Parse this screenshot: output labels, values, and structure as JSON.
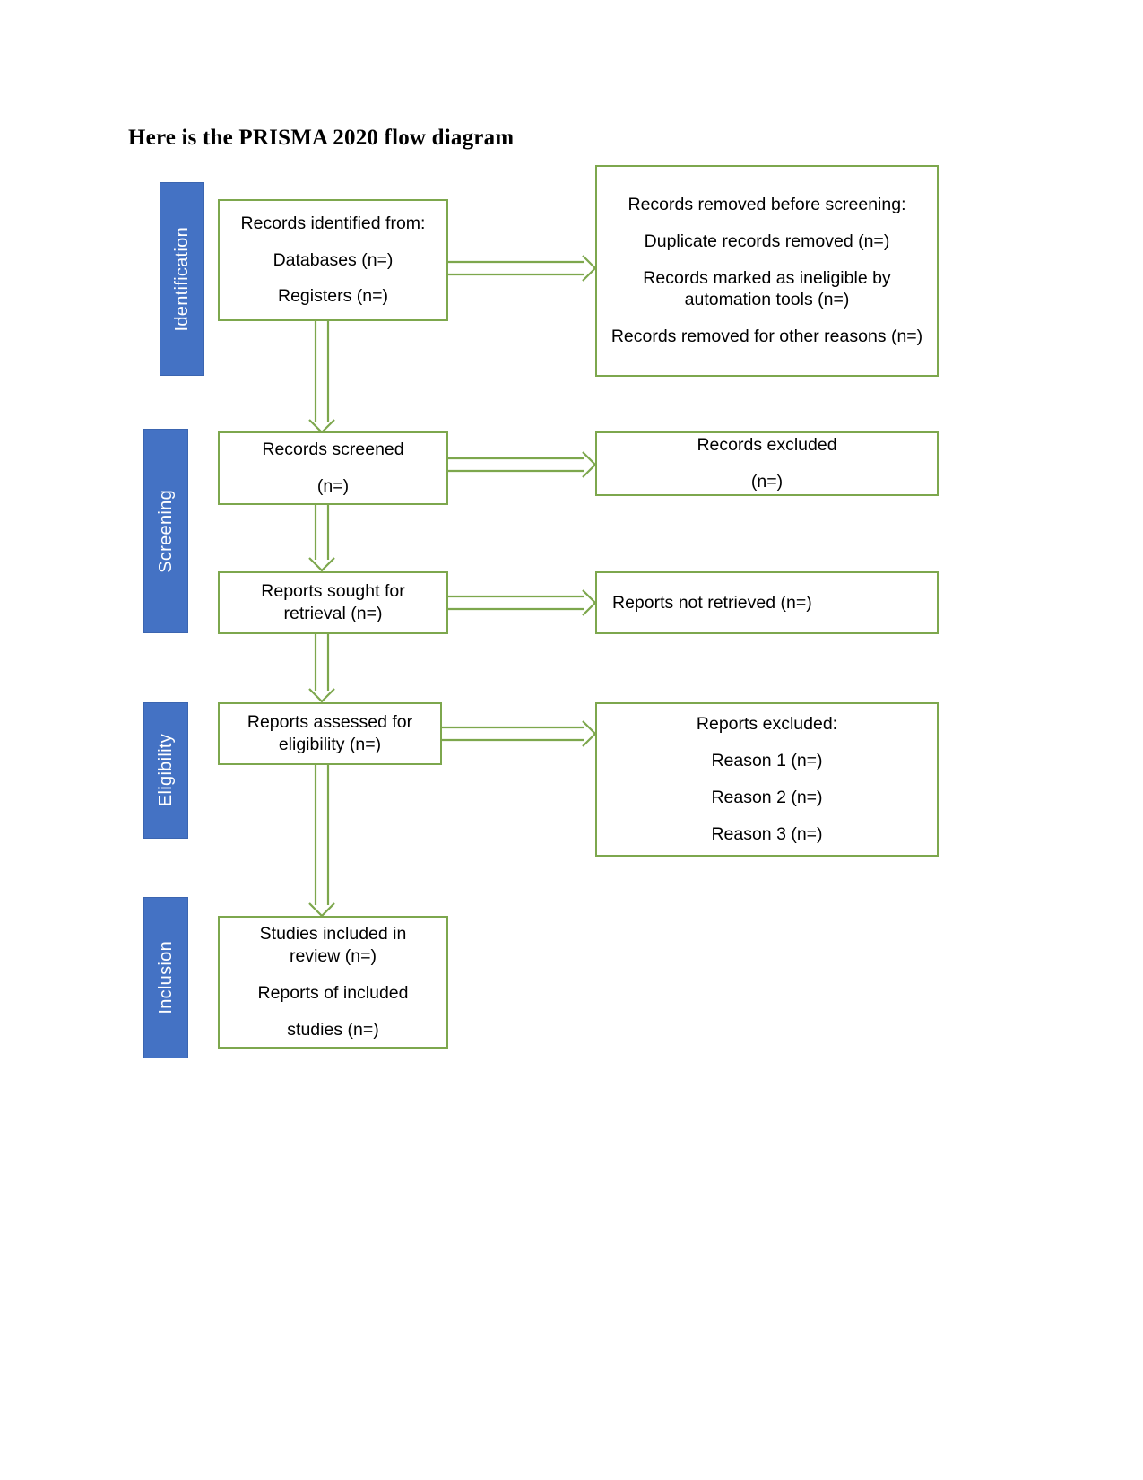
{
  "document": {
    "title": "Here is the PRISMA 2020 flow diagram"
  },
  "theme": {
    "stage_bar_color": "#4472C4",
    "box_border_color": "#7DA74D",
    "arrow_color": "#7DA74D",
    "text_color": "#000000",
    "background": "#FFFFFF"
  },
  "stages": [
    {
      "id": "identification",
      "label": "Identification"
    },
    {
      "id": "screening",
      "label": "Screening"
    },
    {
      "id": "eligibility",
      "label": "Eligibility"
    },
    {
      "id": "inclusion",
      "label": "Inclusion"
    }
  ],
  "boxes": {
    "records_identified": {
      "lines": [
        "Records identified from:",
        "Databases (n=)",
        "Registers (n=)"
      ]
    },
    "records_removed": {
      "lines": [
        "Records removed before screening:",
        "Duplicate records removed (n=)",
        "Records marked as ineligible by automation tools (n=)",
        "Records removed for other reasons (n=)"
      ]
    },
    "records_screened": {
      "lines": [
        "Records screened",
        "(n=)"
      ]
    },
    "records_excluded": {
      "lines": [
        "Records excluded",
        "(n=)"
      ]
    },
    "reports_sought": {
      "lines": [
        "Reports sought for",
        "retrieval (n=)"
      ]
    },
    "reports_not_retrieved": {
      "lines": [
        "Reports not retrieved (n=)"
      ]
    },
    "reports_assessed": {
      "lines": [
        "Reports assessed for",
        "eligibility (n=)"
      ]
    },
    "reports_excluded": {
      "lines": [
        "Reports excluded:",
        "Reason 1 (n=)",
        "Reason 2 (n=)",
        "Reason 3 (n=)"
      ]
    },
    "studies_included": {
      "lines": [
        "Studies included in",
        "review (n=)",
        "Reports of included",
        "studies (n=)"
      ]
    }
  },
  "arrows": [
    {
      "id": "identified-to-removed",
      "direction": "right"
    },
    {
      "id": "identified-to-screened",
      "direction": "down"
    },
    {
      "id": "screened-to-excluded",
      "direction": "right"
    },
    {
      "id": "screened-to-sought",
      "direction": "down"
    },
    {
      "id": "sought-to-notretrieved",
      "direction": "right"
    },
    {
      "id": "sought-to-assessed",
      "direction": "down"
    },
    {
      "id": "assessed-to-excluded",
      "direction": "right"
    },
    {
      "id": "assessed-to-included",
      "direction": "down"
    }
  ]
}
